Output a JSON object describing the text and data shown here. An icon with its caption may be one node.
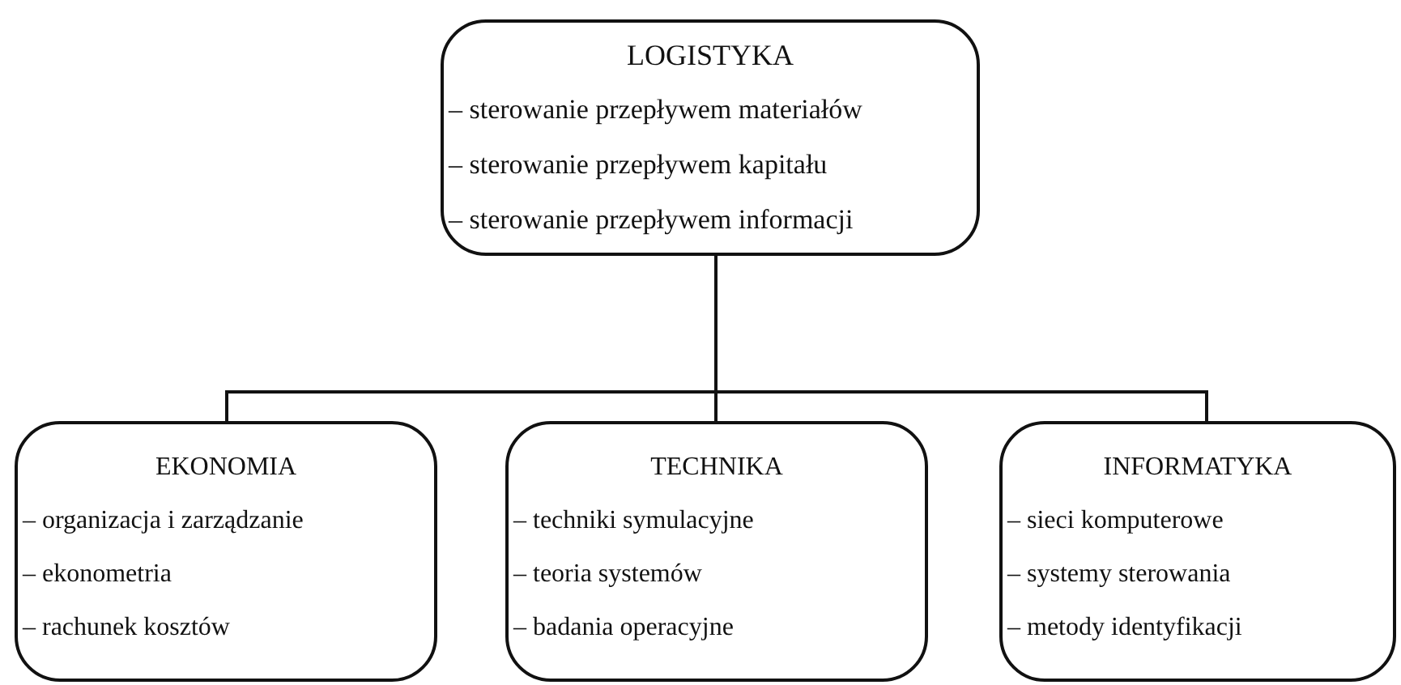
{
  "diagram": {
    "nodes": [
      {
        "text": [
          "LOGISTYKA",
          "– sterowanie przepływem materiałów",
          "– sterowanie przepływem kapitału",
          "– sterowanie przepływem informacji"
        ]
      },
      {
        "text": [
          "EKONOMIA",
          "– organizacja i zarządzanie",
          "– ekonometria",
          "– rachunek kosztów"
        ]
      },
      {
        "text": [
          "TECHNIKA",
          "– techniki symulacyjne",
          "– teoria systemów",
          "– badania operacyjne"
        ]
      },
      {
        "text": [
          "INFORMATYKA",
          "– sieci komputerowe",
          "– systemy sterowania",
          "– metody identyfikacji"
        ]
      }
    ],
    "edges": [
      {
        "from": 0,
        "to": 1,
        "arrow": "none"
      },
      {
        "from": 0,
        "to": 2,
        "arrow": "none"
      },
      {
        "from": 0,
        "to": 3,
        "arrow": "none"
      }
    ]
  }
}
